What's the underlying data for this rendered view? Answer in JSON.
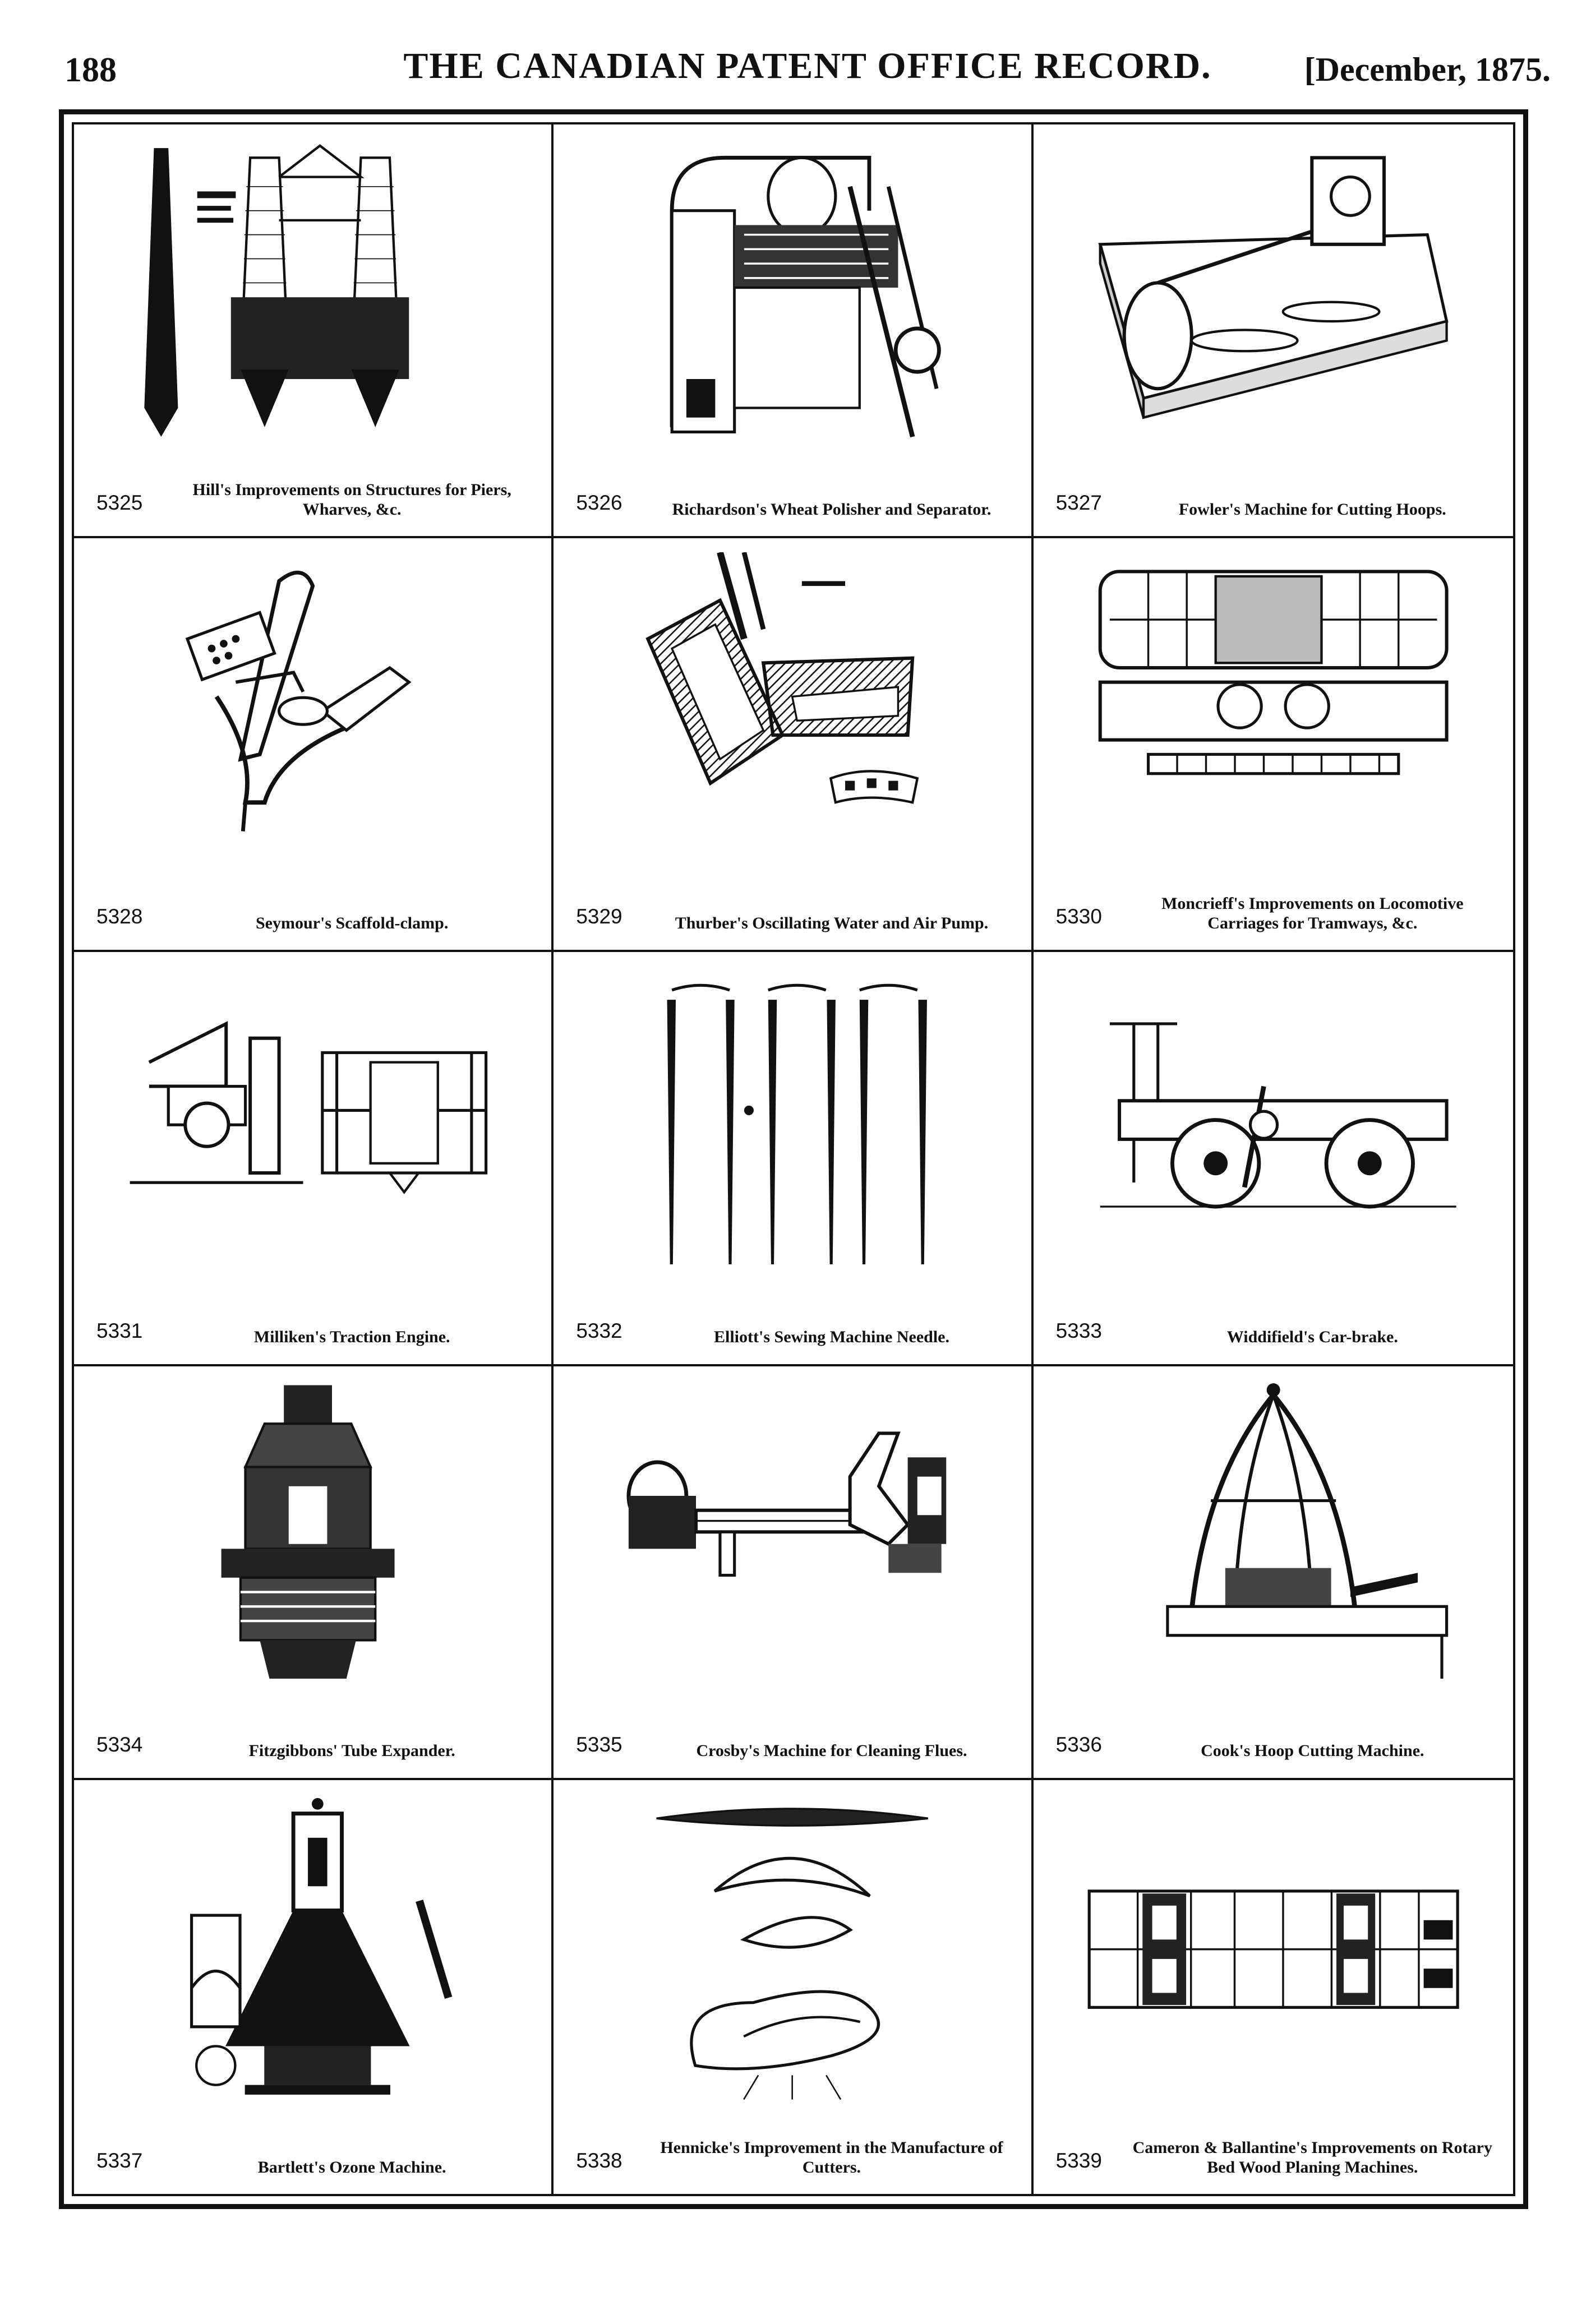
{
  "header": {
    "page_number": "188",
    "journal_title": "THE CANADIAN PATENT OFFICE RECORD.",
    "issue_date": "[December, 1875."
  },
  "colors": {
    "ink": "#111111",
    "paper": "#ffffff"
  },
  "plates": [
    {
      "number": "5325",
      "caption": "Hill's Improvements on Structures for Piers, Wharves, &c.",
      "icon": "pier-structure-icon"
    },
    {
      "number": "5326",
      "caption": "Richardson's Wheat Polisher and Separator.",
      "icon": "wheat-polisher-icon"
    },
    {
      "number": "5327",
      "caption": "Fowler's Machine for Cutting Hoops.",
      "icon": "hoop-cutting-machine-icon"
    },
    {
      "number": "5328",
      "caption": "Seymour's Scaffold-clamp.",
      "icon": "scaffold-clamp-icon"
    },
    {
      "number": "5329",
      "caption": "Thurber's Oscillating Water and Air Pump.",
      "icon": "oscillating-pump-icon"
    },
    {
      "number": "5330",
      "caption": "Moncrieff's Improvements on Locomotive Carriages for Tramways, &c.",
      "icon": "tram-carriage-icon"
    },
    {
      "number": "5331",
      "caption": "Milliken's Traction Engine.",
      "icon": "traction-engine-icon"
    },
    {
      "number": "5332",
      "caption": "Elliott's Sewing Machine Needle.",
      "icon": "sewing-needle-icon"
    },
    {
      "number": "5333",
      "caption": "Widdifield's Car-brake.",
      "icon": "car-brake-icon"
    },
    {
      "number": "5334",
      "caption": "Fitzgibbons' Tube Expander.",
      "icon": "tube-expander-icon"
    },
    {
      "number": "5335",
      "caption": "Crosby's Machine for Cleaning Flues.",
      "icon": "flue-cleaner-icon"
    },
    {
      "number": "5336",
      "caption": "Cook's Hoop Cutting Machine.",
      "icon": "hoop-cutter-frame-icon"
    },
    {
      "number": "5337",
      "caption": "Bartlett's Ozone Machine.",
      "icon": "ozone-machine-icon"
    },
    {
      "number": "5338",
      "caption": "Hennicke's Improvement in the Manufacture of Cutters.",
      "icon": "cutter-shapes-icon"
    },
    {
      "number": "5339",
      "caption": "Cameron & Ballantine's Improvements on Rotary Bed Wood Planing Machines.",
      "icon": "planing-bed-icon"
    }
  ]
}
